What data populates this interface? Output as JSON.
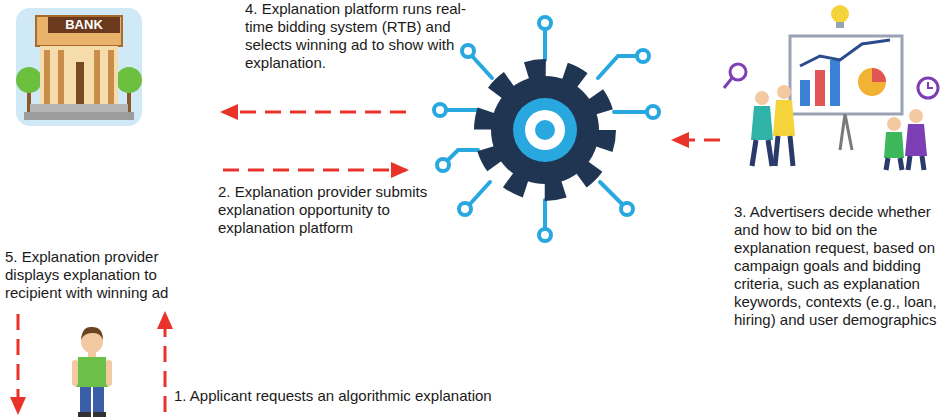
{
  "diagram": {
    "nodes": [
      {
        "text": [
          "BANK",
          "5. Explanation provider displays explanation to recipient with winning ad"
        ]
      },
      {
        "text": []
      },
      {
        "text": [
          "3. Advertisers decide whether and how to bid on the explanation request, based on campaign goals and bidding criteria, such as explanation keywords, contexts (e.g., loan, hiring) and user demographics"
        ]
      },
      {
        "text": []
      }
    ],
    "edges": [
      {
        "from": 3,
        "to": 0,
        "arrow": "to",
        "label": "1. Applicant requests an algorithmic explanation"
      },
      {
        "from": 0,
        "to": 1,
        "arrow": "to",
        "label": "2. Explanation provider submits explanation opportunity to explanation platform"
      },
      {
        "from": 2,
        "to": 1,
        "arrow": "to"
      },
      {
        "from": 1,
        "to": 0,
        "arrow": "to",
        "label": "4. Explanation platform runs real-time bidding system (RTB) and selects winning ad to show with explanation."
      },
      {
        "from": 0,
        "to": 3,
        "arrow": "to"
      }
    ]
  }
}
